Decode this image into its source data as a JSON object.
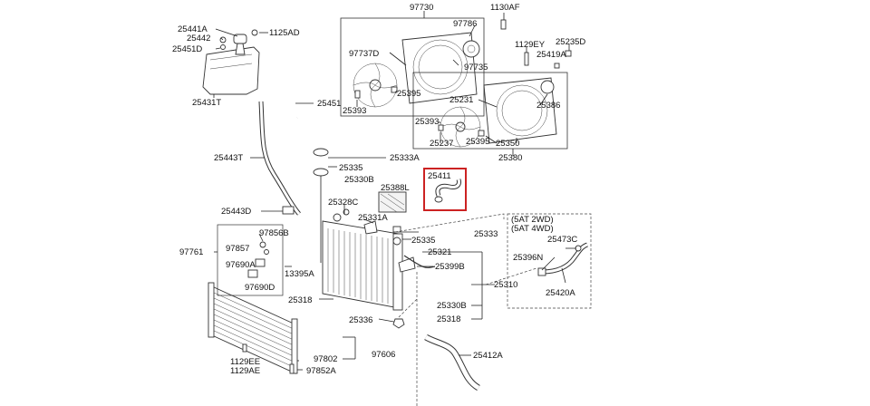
{
  "labels": {
    "p25441A": "25441A",
    "p25442": "25442",
    "p1125AD": "1125AD",
    "p25451D": "25451D",
    "p25431T": "25431T",
    "p25451": "25451",
    "p25443T": "25443T",
    "p25443D": "25443D",
    "p97761": "97761",
    "p97856B": "97856B",
    "p97857": "97857",
    "p97690A": "97690A",
    "p97690D": "97690D",
    "p13395A": "13395A",
    "p25318a": "25318",
    "p1129EE": "1129EE",
    "p1129AE": "1129AE",
    "p97802": "97802",
    "p97606": "97606",
    "p97852A": "97852A",
    "p25336": "25336",
    "p97730": "97730",
    "p1130AF": "1130AF",
    "p97786": "97786",
    "p97737D": "97737D",
    "p97735": "97735",
    "p25395a": "25395",
    "p25393a": "25393",
    "p1129EY": "1129EY",
    "p25235D": "25235D",
    "p25419A": "25419A",
    "p25231": "25231",
    "p25386": "25386",
    "p25393b": "25393",
    "p25237": "25237",
    "p25395b": "25395",
    "p25350": "25350",
    "p25380": "25380",
    "p25333A": "25333A",
    "p25335a": "25335",
    "p25330Ba": "25330B",
    "p25388L": "25388L",
    "p25328C": "25328C",
    "p25331A": "25331A",
    "p25411": "25411",
    "p25333": "25333",
    "p25335b": "25335",
    "p25321": "25321",
    "p25399B": "25399B",
    "p25310": "25310",
    "p25330Bb": "25330B",
    "p25318b": "25318",
    "p25412A": "25412A",
    "note1": "(5AT 2WD)",
    "note2": "(5AT 4WD)",
    "p25473C": "25473C",
    "p25396N": "25396N",
    "p25420A": "25420A"
  },
  "colors": {
    "highlight": "#cc2222",
    "line": "#222222"
  }
}
